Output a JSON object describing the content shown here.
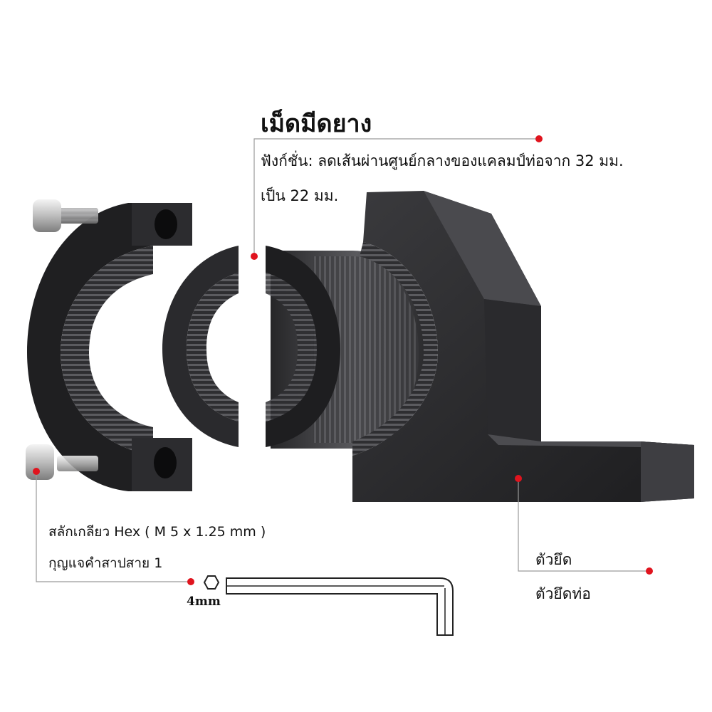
{
  "insert": {
    "title": "เม็ดมีดยาง",
    "description_line1": "ฟังก์ชั่น: ลดเส้นผ่านศูนย์กลางของแคลมป์ท่อจาก 32 มม.",
    "description_line2": "เป็น 22 มม."
  },
  "bolt": {
    "line1": "สลักเกลียว Hex ( M 5 x 1.25 mm )",
    "line2": "กุญแจคำสาปสาย 1"
  },
  "hex_key": {
    "size_label": "4mm"
  },
  "mount": {
    "line1": "ตัวยึด",
    "line2": "ตัวยึดท่อ"
  },
  "colors": {
    "callout_dot": "#e0141e",
    "callout_line": "#9a9a9a",
    "part_dark": "#1f1f21",
    "part_mid": "#3a3a3d",
    "part_light": "#56565a",
    "background": "#ffffff"
  },
  "icons": [
    "hex-socket-icon"
  ]
}
